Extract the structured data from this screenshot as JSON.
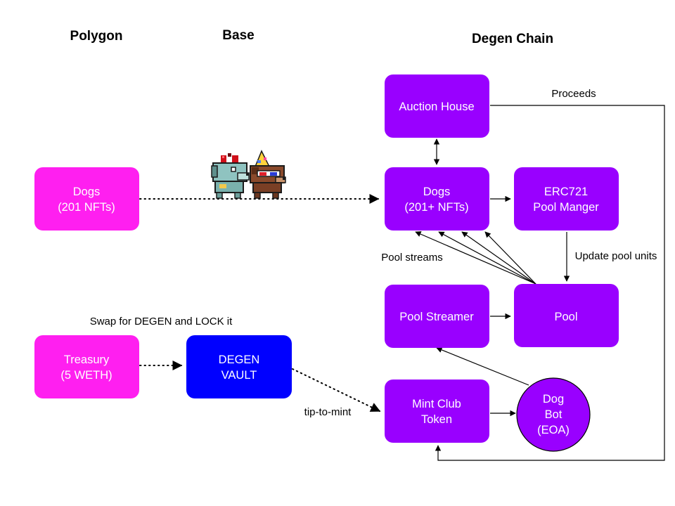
{
  "columns": {
    "polygon": "Polygon",
    "base": "Base",
    "degen_chain": "Degen Chain"
  },
  "colors": {
    "magenta": "#ff1ff0",
    "purple": "#9900ff",
    "blue": "#0000ff",
    "white": "#ffffff",
    "line": "#000000"
  },
  "nodes": {
    "polygon_dogs": {
      "line1": "Dogs",
      "line2": "(201 NFTs)"
    },
    "treasury": {
      "line1": "Treasury",
      "line2": "(5 WETH)"
    },
    "degen_vault": {
      "line1": "DEGEN",
      "line2": "VAULT"
    },
    "auction_house": {
      "line1": "Auction House"
    },
    "degen_dogs": {
      "line1": "Dogs",
      "line2": "(201+ NFTs)"
    },
    "pool_manager": {
      "line1": "ERC721",
      "line2": "Pool Manger"
    },
    "pool_streamer": {
      "line1": "Pool Streamer"
    },
    "pool": {
      "line1": "Pool"
    },
    "mint_club": {
      "line1": "Mint Club",
      "line2": "Token"
    },
    "dog_bot": {
      "line1": "Dog",
      "line2": "Bot",
      "line3": "(EOA)"
    }
  },
  "labels": {
    "proceeds": "Proceeds",
    "update_pool_units": "Update pool units",
    "pool_streams": "Pool streams",
    "swap": "Swap for DEGEN and LOCK it",
    "tip_to_mint": "tip-to-mint"
  },
  "icons": [
    "dog-with-bow-icon",
    "dog-with-party-hat-icon"
  ]
}
